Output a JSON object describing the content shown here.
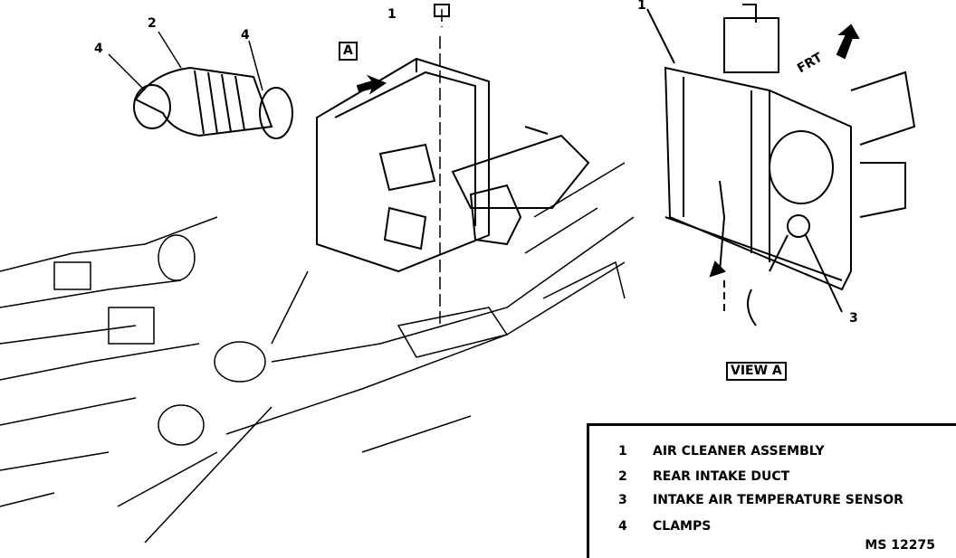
{
  "callouts": {
    "main_duct": "2",
    "main_clamp_left": "4",
    "main_clamp_right": "4",
    "main_assembly": "1",
    "view_marker": "A",
    "view_assembly": "1",
    "view_sensor": "3",
    "front_arrow": "FRT",
    "view_label": "VIEW A"
  },
  "legend": {
    "items": [
      {
        "num": "1",
        "label": "AIR CLEANER ASSEMBLY"
      },
      {
        "num": "2",
        "label": "REAR INTAKE DUCT"
      },
      {
        "num": "3",
        "label": "INTAKE AIR TEMPERATURE SENSOR"
      },
      {
        "num": "4",
        "label": "CLAMPS"
      }
    ],
    "code": "MS 12275"
  }
}
